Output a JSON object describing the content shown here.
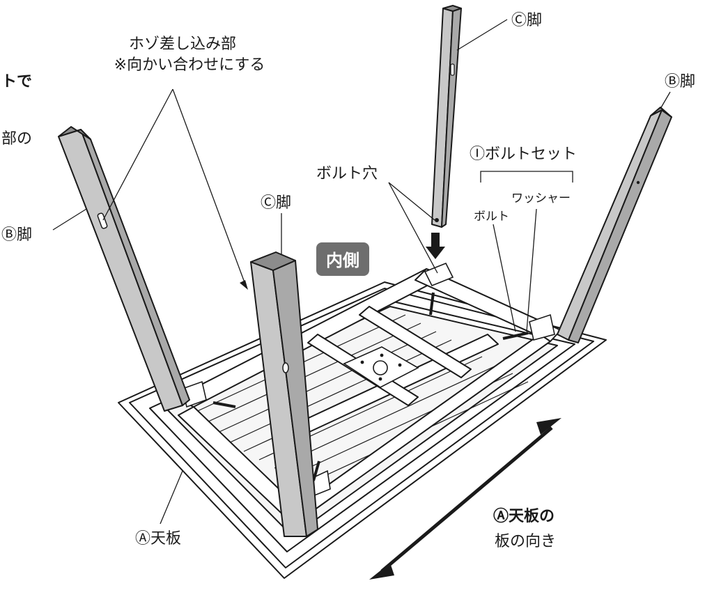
{
  "labels": {
    "edge_text_1": "トで",
    "edge_text_2": "部の",
    "tenon_line1": "ホゾ差し込み部",
    "tenon_line2": "※向かい合わせにする",
    "leg_c_top": "Ⓒ脚",
    "leg_b_right": "Ⓑ脚",
    "leg_b_left": "Ⓑ脚",
    "leg_c_mid": "Ⓒ脚",
    "bolt_hole": "ボルト穴",
    "bolt_set": "Ⓘボルトセット",
    "washer": "ワッシャー",
    "bolt": "ボルト",
    "inside_badge": "内側",
    "tabletop": "Ⓐ天板",
    "direction_line1": "Ⓐ天板の",
    "direction_line2": "板の向き"
  }
}
